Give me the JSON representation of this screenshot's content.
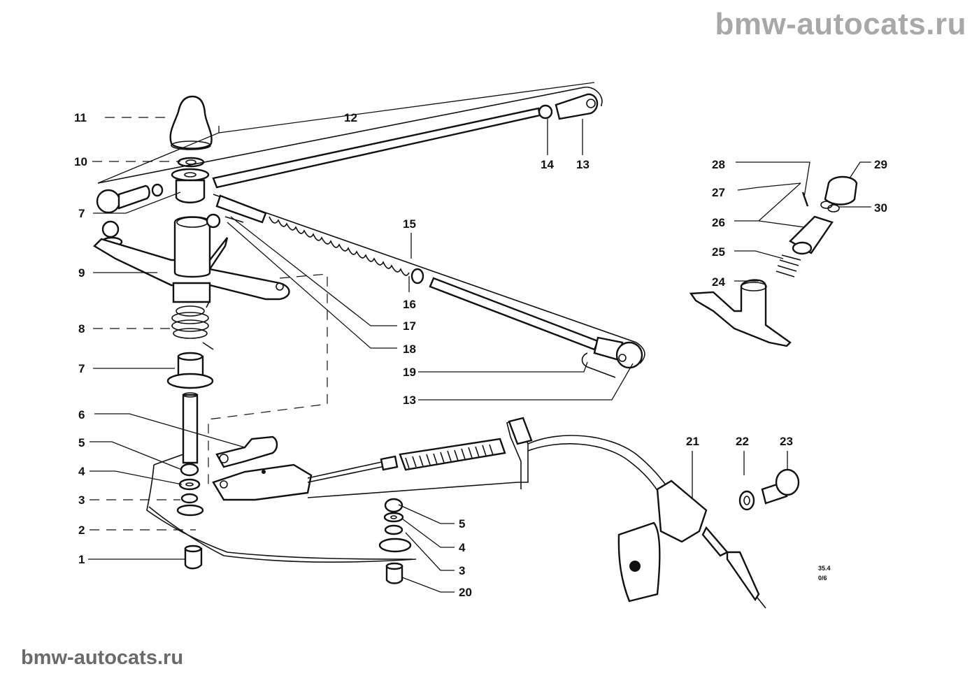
{
  "watermark": {
    "top": "bmw-autocats.ru",
    "bottom": "bmw-autocats.ru"
  },
  "diagram": {
    "title": "Gearshift linkage exploded view",
    "drawing_code": [
      "35.4",
      "0/6"
    ],
    "callouts": [
      {
        "id": "11",
        "text": "11"
      },
      {
        "id": "12",
        "text": "12"
      },
      {
        "id": "10",
        "text": "10"
      },
      {
        "id": "14",
        "text": "14"
      },
      {
        "id": "13a",
        "text": "13"
      },
      {
        "id": "7a",
        "text": "7"
      },
      {
        "id": "15",
        "text": "15"
      },
      {
        "id": "9",
        "text": "9"
      },
      {
        "id": "16",
        "text": "16"
      },
      {
        "id": "8",
        "text": "8"
      },
      {
        "id": "17",
        "text": "17"
      },
      {
        "id": "18",
        "text": "18"
      },
      {
        "id": "7b",
        "text": "7"
      },
      {
        "id": "19",
        "text": "19"
      },
      {
        "id": "13b",
        "text": "13"
      },
      {
        "id": "6",
        "text": "6"
      },
      {
        "id": "5a",
        "text": "5"
      },
      {
        "id": "4a",
        "text": "4"
      },
      {
        "id": "3a",
        "text": "3"
      },
      {
        "id": "2",
        "text": "2"
      },
      {
        "id": "1",
        "text": "1"
      },
      {
        "id": "5b",
        "text": "5"
      },
      {
        "id": "4b",
        "text": "4"
      },
      {
        "id": "3b",
        "text": "3"
      },
      {
        "id": "20",
        "text": "20"
      },
      {
        "id": "21",
        "text": "21"
      },
      {
        "id": "22",
        "text": "22"
      },
      {
        "id": "23",
        "text": "23"
      },
      {
        "id": "28",
        "text": "28"
      },
      {
        "id": "29",
        "text": "29"
      },
      {
        "id": "27",
        "text": "27"
      },
      {
        "id": "30",
        "text": "30"
      },
      {
        "id": "26",
        "text": "26"
      },
      {
        "id": "25",
        "text": "25"
      },
      {
        "id": "24",
        "text": "24"
      }
    ]
  }
}
